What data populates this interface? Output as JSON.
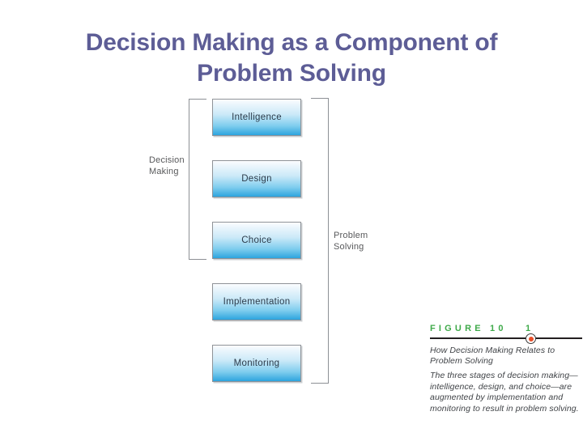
{
  "slide": {
    "title_line1": "Decision Making as a Component of",
    "title_line2": "Problem Solving",
    "title_color": "#5d5d96",
    "background": "#ffffff"
  },
  "diagram": {
    "boxes": [
      {
        "id": "intelligence",
        "label": "Intelligence"
      },
      {
        "id": "design",
        "label": "Design"
      },
      {
        "id": "choice",
        "label": "Choice"
      },
      {
        "id": "implementation",
        "label": "Implementation"
      },
      {
        "id": "monitoring",
        "label": "Monitoring"
      }
    ],
    "box_fill_top": "#fbfdff",
    "box_fill_bottom": "#2ba2dc",
    "box_border": "#8f9398",
    "box_text_color": "#2c3b4a",
    "brackets": [
      {
        "id": "decision-making",
        "label": "Decision\nMaking",
        "side": "left",
        "covers": [
          "Intelligence",
          "Design",
          "Choice"
        ]
      },
      {
        "id": "problem-solving",
        "label": "Problem\nSolving",
        "side": "right",
        "covers": [
          "Intelligence",
          "Design",
          "Choice",
          "Implementation",
          "Monitoring"
        ]
      }
    ],
    "bracket_color": "#8d9095",
    "bracket_label_color": "#58595b"
  },
  "figure": {
    "heading": "FIGURE 10",
    "number": "1",
    "heading_color": "#3faa4a",
    "dot_color": "#e8502a",
    "rule_color": "#231f20",
    "subtitle": "How Decision Making Relates to Problem Solving",
    "description": "The three stages of decision making—intelligence, design, and choice—are augmented by implementation and monitoring to result in problem solving."
  }
}
